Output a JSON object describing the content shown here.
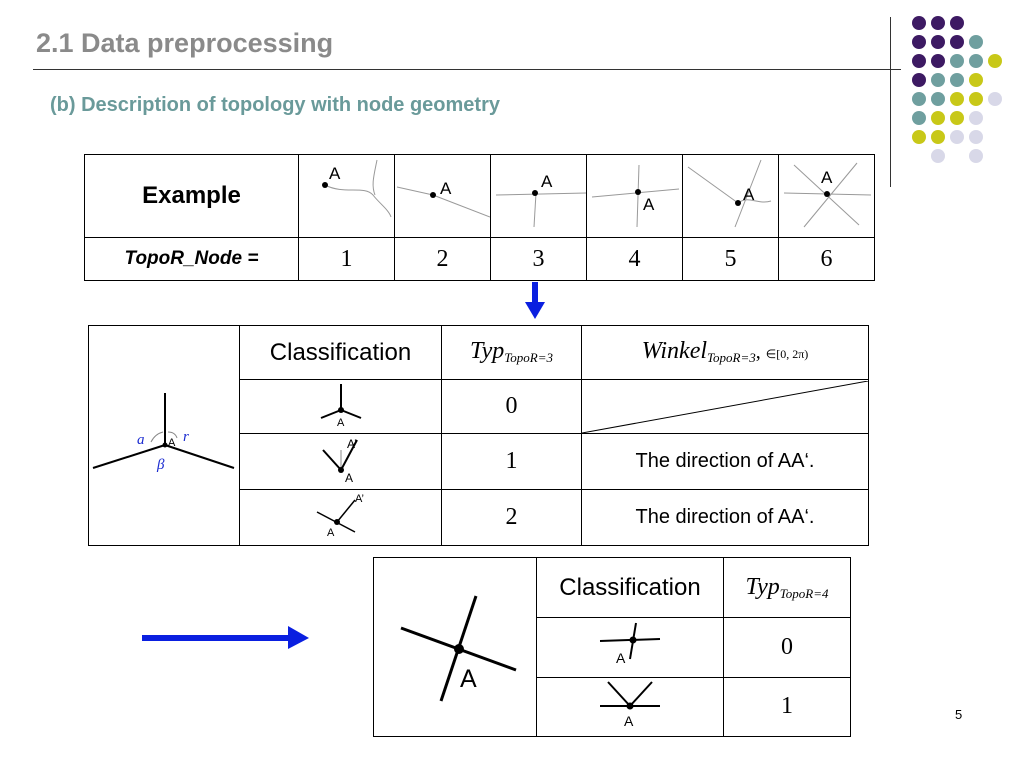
{
  "title": "2.1 Data preprocessing",
  "subtitle": "(b) Description of topology with node geometry",
  "page_number": "5",
  "colors": {
    "title": "#8a8a8a",
    "subtitle": "#6a9a9a",
    "arrow": "#0a1fe0",
    "deco": [
      "#3d1a63",
      "#6f9f9f",
      "#c8c818",
      "#d8d8e8"
    ]
  },
  "example_table": {
    "header_label": "Example",
    "row_label": "TopoR_Node =",
    "values": [
      "1",
      "2",
      "3",
      "4",
      "5",
      "6"
    ],
    "node_label": "A"
  },
  "class_table_3": {
    "col_classification": "Classification",
    "col_typ": "Typ",
    "col_typ_sub": "TopoR=3",
    "col_winkel": "Winkel",
    "col_winkel_sub": "TopoR=3",
    "col_winkel_range": "∈[0, 2π)",
    "diagram_labels": {
      "a": "a",
      "A": "A",
      "r": "r",
      "beta": "β"
    },
    "rows": [
      {
        "value": "0",
        "direction": "",
        "labels": [
          "A"
        ]
      },
      {
        "value": "1",
        "direction": "The direction of AA‘.",
        "labels": [
          "A’",
          "A"
        ]
      },
      {
        "value": "2",
        "direction": "The direction of AA‘.",
        "labels": [
          "A’",
          "A"
        ]
      }
    ]
  },
  "class_table_4": {
    "col_classification": "Classification",
    "col_typ": "Typ",
    "col_typ_sub": "TopoR=4",
    "big_label": "A",
    "rows": [
      {
        "value": "0",
        "label": "A"
      },
      {
        "value": "1",
        "label": "A"
      }
    ]
  }
}
